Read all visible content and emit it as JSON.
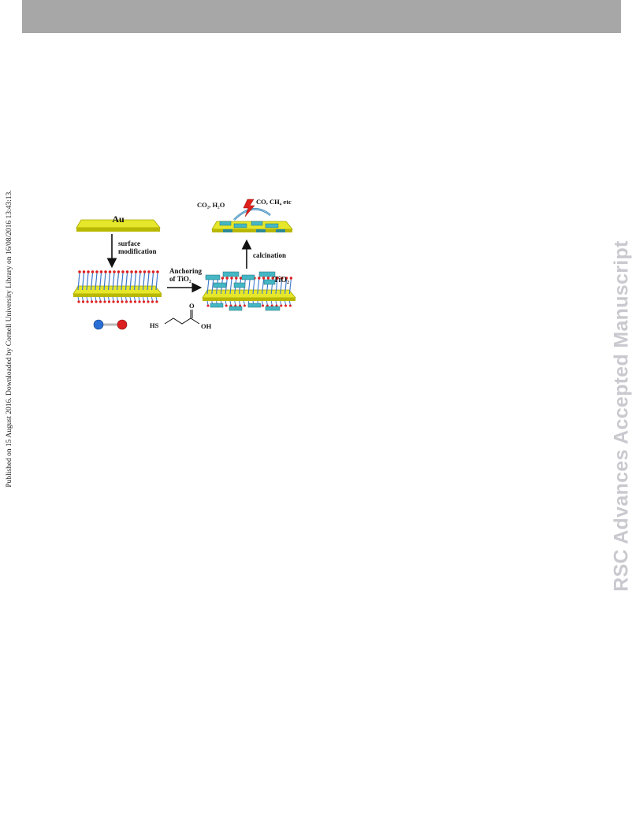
{
  "page": {
    "side_note": "Published on 15 August 2016. Downloaded by Cornell University Library on 16/08/2016 13:43:13.",
    "watermark": "RSC Advances Accepted Manuscript"
  },
  "figure": {
    "au_label": "Au",
    "step1_label_line1": "surface",
    "step1_label_line2": "modification",
    "step2_label_line1": "Anchoring",
    "step2_label_line2": "of TiO₂",
    "step3_label": "calcination",
    "tio2_label": "TiO₂",
    "reactants_label": "CO₂, H₂O",
    "products_label": "CO, CH₄ etc",
    "molecule_hs": "HS",
    "molecule_oh": "OH",
    "molecule_o": "O"
  }
}
